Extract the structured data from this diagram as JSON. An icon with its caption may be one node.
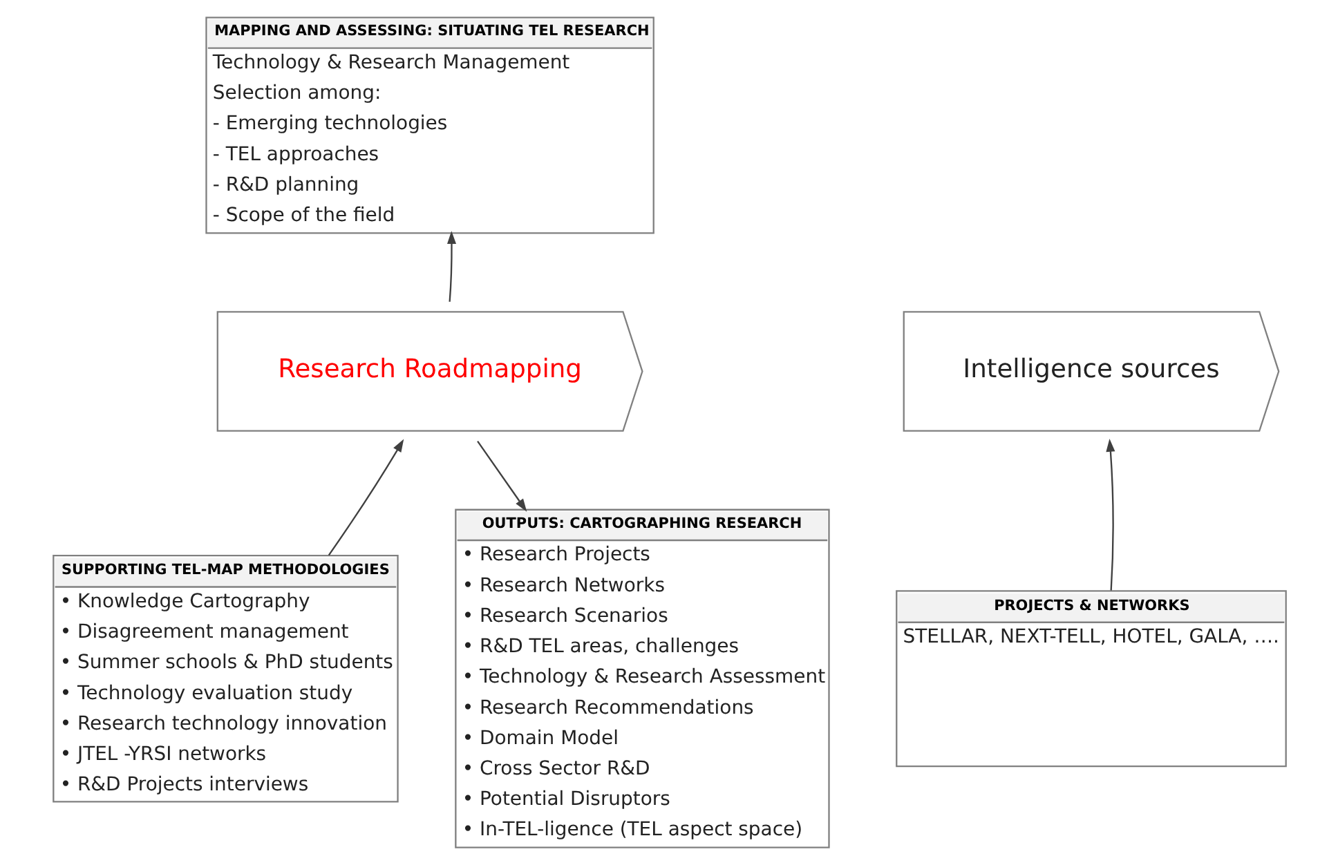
{
  "diagram": {
    "nodes": [
      {
        "text": [
          "MAPPING AND ASSESSING: SITUATING TEL RESEARCH",
          "Technology & Research Management",
          "Selection among:",
          "- Emerging technologies",
          "- TEL approaches",
          "- R&D planning",
          "- Scope of the field"
        ]
      },
      {
        "text": [
          "Intelligence sources"
        ]
      },
      {
        "text": [
          "Research Roadmapping"
        ]
      },
      {
        "text": [
          "PROJECTS & NETWORKS",
          "STELLAR, NEXT-TELL, HOTEL, GALA, …."
        ]
      },
      {
        "text": [
          "SUPPORTING TEL-MAP METHODOLOGIES",
          "• Knowledge Cartography",
          "• Disagreement management",
          "• Summer schools & PhD students",
          "• Technology evaluation study",
          "• Research technology innovation",
          "• JTEL -YRSI networks",
          "• R&D Projects interviews"
        ]
      },
      {
        "text": [
          "OUTPUTS: CARTOGRAPHING RESEARCH",
          "• Research Projects",
          "• Research Networks",
          "• Research Scenarios",
          "• R&D TEL areas, challenges",
          "• Technology & Research Assessment",
          "• Research Recommendations",
          "• Domain Model",
          "• Cross Sector R&D",
          "• Potential Disruptors",
          "• In-TEL-ligence (TEL aspect space)"
        ]
      }
    ],
    "edges": [
      {
        "from": 3,
        "to": 1,
        "arrow": "to"
      },
      {
        "from": 2,
        "to": 0,
        "arrow": "to"
      },
      {
        "from": 4,
        "to": 2,
        "arrow": "to"
      },
      {
        "from": 2,
        "to": 5,
        "arrow": "to"
      }
    ]
  }
}
